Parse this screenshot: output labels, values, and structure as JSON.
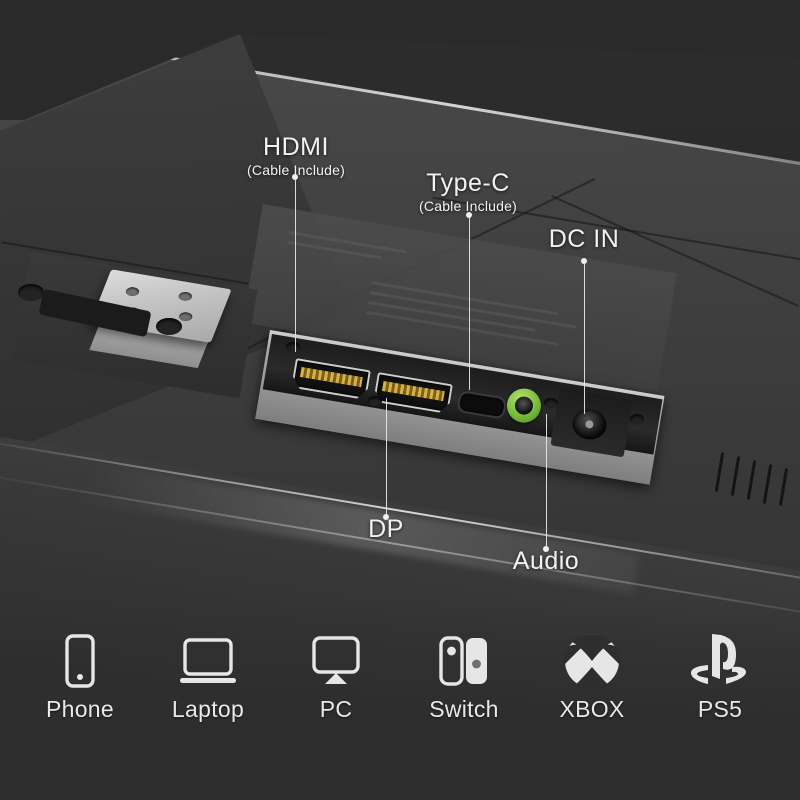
{
  "image": {
    "subject": "monitor-rear-ports-infographic",
    "background_color": "#2e2e2e",
    "text_color": "#f2f2f2"
  },
  "callouts": [
    {
      "id": "hdmi",
      "label": "HDMI",
      "sublabel": "(Cable Include)",
      "position": "above-left"
    },
    {
      "id": "type-c",
      "label": "Type-C",
      "sublabel": "(Cable Include)",
      "position": "above-center"
    },
    {
      "id": "dc-in",
      "label": "DC IN",
      "sublabel": "",
      "position": "above-right"
    },
    {
      "id": "dp",
      "label": "DP",
      "sublabel": "",
      "position": "below-left"
    },
    {
      "id": "audio",
      "label": "Audio",
      "sublabel": "",
      "position": "below-center"
    }
  ],
  "ports": [
    {
      "id": "hdmi-port",
      "type": "HDMI",
      "contact_color": "#d4b24a"
    },
    {
      "id": "dp-port",
      "type": "DisplayPort",
      "contact_color": "#d4b24a"
    },
    {
      "id": "typec-port",
      "type": "USB Type-C",
      "contact_color": "#0d0d0d"
    },
    {
      "id": "audio-port",
      "type": "3.5mm Audio",
      "contact_color": "#76bb3c"
    },
    {
      "id": "dc-in-port",
      "type": "DC Power In",
      "contact_color": "#090909"
    }
  ],
  "devices": [
    {
      "icon": "phone-icon",
      "label": "Phone"
    },
    {
      "icon": "laptop-icon",
      "label": "Laptop"
    },
    {
      "icon": "pc-monitor-icon",
      "label": "PC"
    },
    {
      "icon": "switch-icon",
      "label": "Switch"
    },
    {
      "icon": "xbox-logo-icon",
      "label": "XBOX"
    },
    {
      "icon": "playstation-logo-icon",
      "label": "PS5"
    }
  ]
}
